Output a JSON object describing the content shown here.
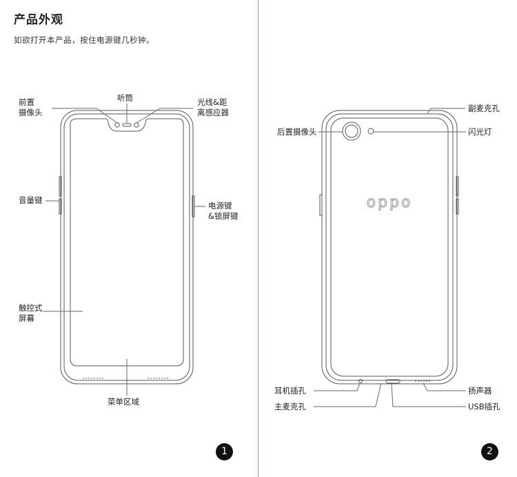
{
  "header": {
    "title": "产品外观",
    "subtitle": "如欲打开本产品，按住电源键几秒钟。"
  },
  "front": {
    "labels": {
      "front_camera": "前置\n摄像头",
      "earpiece": "听筒",
      "sensor": "光线&距\n离感应器",
      "volume": "音量键",
      "power": "电源键\n&锁屏键",
      "touchscreen": "触控式\n屏幕",
      "menu_area": "菜单区域"
    },
    "page_number": "1"
  },
  "back": {
    "labels": {
      "secondary_mic": "副麦克孔",
      "rear_camera": "后置摄像头",
      "flash": "闪光灯",
      "headphone_jack": "耳机插孔",
      "main_mic": "主麦克孔",
      "speaker": "扬声器",
      "usb": "USB插孔"
    },
    "brand_logo": "oppo",
    "page_number": "2"
  }
}
